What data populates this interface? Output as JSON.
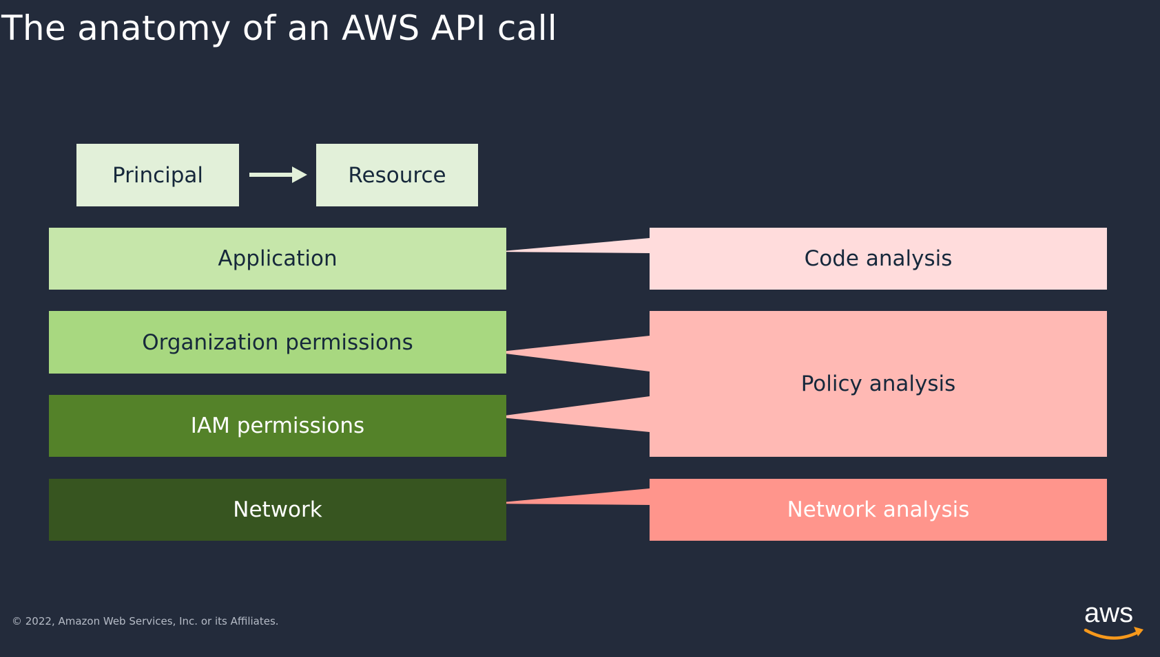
{
  "slide": {
    "title": "The anatomy of an AWS API call",
    "footer": "© 2022, Amazon Web Services, Inc. or its Affiliates.",
    "logo_text": "aws"
  },
  "flow": {
    "principal": "Principal",
    "resource": "Resource",
    "arrow_icon": "right-arrow-icon"
  },
  "layers": [
    {
      "label": "Application",
      "color": "#c6e6aa"
    },
    {
      "label": "Organization permissions",
      "color": "#a8d880"
    },
    {
      "label": "IAM permissions",
      "color": "#548229"
    },
    {
      "label": "Network",
      "color": "#375520"
    }
  ],
  "analyses": [
    {
      "label": "Code analysis",
      "color": "#ffdcdc"
    },
    {
      "label": "Policy analysis",
      "color": "#ffb9b4"
    },
    {
      "label": "Network analysis",
      "color": "#ff958c"
    }
  ],
  "colors": {
    "background": "#232b3b",
    "flow_box": "#e2f0d9",
    "logo_smile": "#f7991c"
  }
}
